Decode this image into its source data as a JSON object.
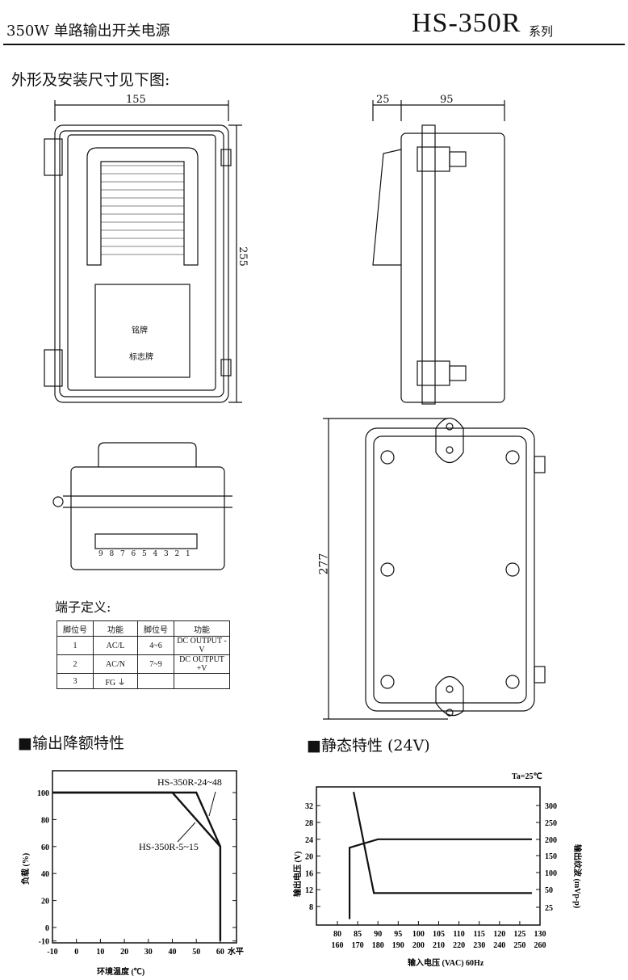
{
  "header": {
    "title": "350W 单路输出开关电源",
    "model": "HS-350R",
    "series_suffix": "系列"
  },
  "dimensions": {
    "title": "外形及安装尺寸见下图:",
    "width_front": "155",
    "height_front": "255",
    "depth_cover": "25",
    "depth_body": "95",
    "height_back": "277",
    "label_nameplate": "铭牌",
    "label_sign": "标志牌",
    "terminal_numbers": [
      "9",
      "8",
      "7",
      "6",
      "5",
      "4",
      "3",
      "2",
      "1"
    ]
  },
  "terminals": {
    "title": "端子定义:",
    "headers": [
      "脚位号",
      "功能",
      "脚位号",
      "功能"
    ],
    "rows": [
      [
        "1",
        "AC/L",
        "4~6",
        "DC OUTPUT -V"
      ],
      [
        "2",
        "AC/N",
        "7~9",
        "DC OUTPUT +V"
      ],
      [
        "3",
        "FG ⏚",
        "",
        ""
      ]
    ]
  },
  "chart_data": [
    {
      "type": "line",
      "title": "■输出降额特性",
      "xlabel": "环境温度 (℃)",
      "ylabel": "负载 (%)",
      "x_extra_label": "水平",
      "xlim": [
        -10,
        70
      ],
      "ylim": [
        -10,
        115
      ],
      "xticks": [
        -10,
        0,
        10,
        20,
        30,
        40,
        50,
        60
      ],
      "yticks": [
        -10,
        0,
        20,
        40,
        60,
        80,
        100
      ],
      "series": [
        {
          "name": "HS-350R-24~48",
          "x": [
            -10,
            50,
            60,
            60
          ],
          "y": [
            100,
            100,
            60,
            -10
          ]
        },
        {
          "name": "HS-350R-5~15",
          "x": [
            -10,
            40,
            60
          ],
          "y": [
            100,
            100,
            60
          ]
        }
      ]
    },
    {
      "type": "line",
      "title": "■静态特性 (24V)",
      "note": "Ta=25℃",
      "xlabel": "输入电压 (VAC) 60Hz",
      "ylabel": "输出电压 (V)",
      "y2label": "输出纹波 (mVp-p)",
      "xlim": [
        75,
        130
      ],
      "ylim": [
        4,
        37
      ],
      "xticks": [
        80,
        85,
        90,
        95,
        100,
        105,
        110,
        115,
        120,
        125,
        130
      ],
      "xticks2": [
        160,
        170,
        180,
        190,
        200,
        210,
        220,
        230,
        240,
        250,
        260
      ],
      "yticks": [
        8,
        12,
        16,
        20,
        24,
        28,
        32
      ],
      "y2ticks": [
        25,
        50,
        100,
        150,
        200,
        250,
        300
      ],
      "series": [
        {
          "name": "output voltage (V)",
          "axis": "left",
          "x": [
            83,
            83,
            90,
            128
          ],
          "y": [
            5,
            22,
            24,
            24
          ]
        },
        {
          "name": "ripple (mVp-p)",
          "axis": "right",
          "x": [
            84,
            89,
            128
          ],
          "y": [
            340,
            45,
            45
          ]
        }
      ]
    }
  ]
}
